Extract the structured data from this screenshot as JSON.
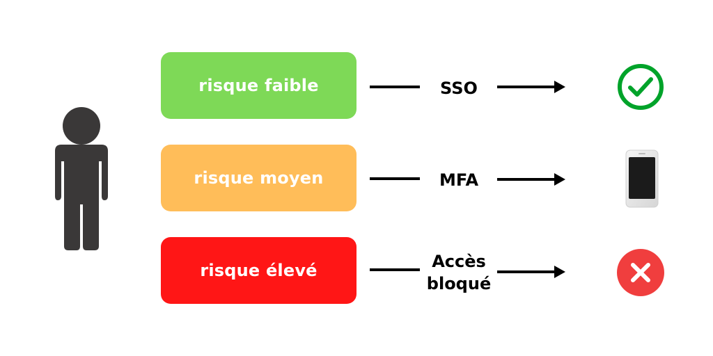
{
  "colors": {
    "low": "#7ED957",
    "medium": "#FFBD59",
    "high": "#FF1616",
    "check": "#00A32A",
    "cross": "#F03E3E",
    "person": "#3A3838"
  },
  "rows": [
    {
      "risk_label": "risque faible",
      "method": "SSO",
      "outcome": "check-icon"
    },
    {
      "risk_label": "risque moyen",
      "method": "MFA",
      "outcome": "smartphone-icon"
    },
    {
      "risk_label": "risque élevé",
      "method_line1": "Accès",
      "method_line2": "bloqué",
      "outcome": "cross-icon"
    }
  ]
}
